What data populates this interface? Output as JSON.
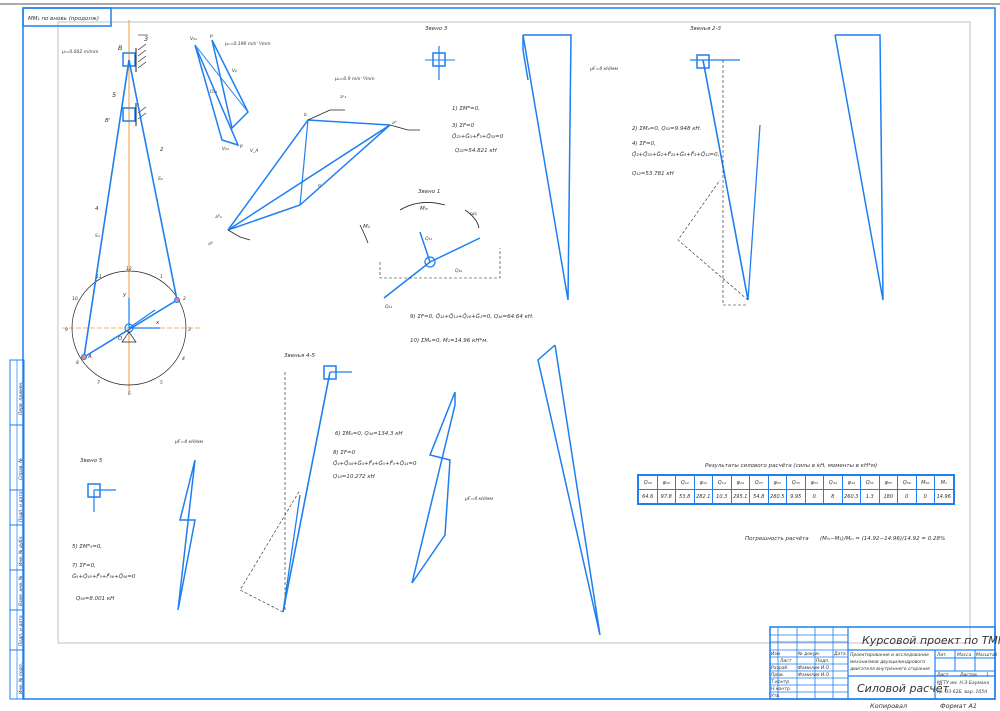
{
  "sheet": {
    "header_label": "ММ₁ по вновь (продолж)",
    "colors": {
      "line": "#1e7ff0",
      "axis": "#f39a3a",
      "frame": "#9a9a9a",
      "text": "#333333"
    }
  },
  "mechanism": {
    "scale": "μₗ=0.002 m/mm",
    "labels": {
      "B": "B",
      "B_prime": "B'",
      "A": "A",
      "O": "O",
      "link3": "3",
      "link5": "5",
      "link2": "2",
      "link4": "4",
      "x": "x",
      "y": "y",
      "S2": "S₂",
      "S4": "S₄"
    },
    "positions": [
      "12",
      "1",
      "2",
      "3",
      "4",
      "5",
      "6",
      "7",
      "8",
      "9",
      "10",
      "11"
    ]
  },
  "velocity_plan": {
    "scale": "μᵥ=0.196 m/s⁻¹/mm",
    "labels": [
      "Vᵦ₄",
      "p",
      "Vᵦ",
      "O₁₂",
      "Vᵦ₄",
      "p",
      "V_A"
    ]
  },
  "acceleration_plan": {
    "scale": "μₐ=0.9 m/s⁻²/mm",
    "labels": [
      "aᴮ₄",
      "aᶜ₄",
      "π",
      "aᴬ",
      "b",
      "aᴮ"
    ]
  },
  "link3": {
    "title": "Звено 3",
    "equations": [
      "1) ΣMᴮ=0,",
      "3) ΣF=0",
      "Q̄₂₃+Ḡ₃+F̄₃+Q̄₃₃=0",
      "Q₂₃=54.821 кН"
    ]
  },
  "link2_3": {
    "title": "Звенья 2-3",
    "equations": [
      "2) ΣMₐ=0, Q₀₃=9.948 кН.",
      "4) ΣF=0,",
      "Q̄₂+Q̄₃₃+Ḡ₂+F̄₂₃+Ḡ₃+F̄₃+Q̄₁₂=0,",
      "Q₁₂=53.781 кН"
    ],
    "scale": "μF=4 кН/мм"
  },
  "link1": {
    "title": "Звено 1",
    "equations": [
      "9) ΣF=0,  Q̄₁₂+Q̄₁₄+Q̄₁₆+Ḡ₁=0,  Q₁₆=64.64 кН.",
      "10) ΣMₒ=0,  M₁=14.96 кН*м."
    ],
    "labels": [
      "M₁",
      "Mᵢₙ",
      "ω₁",
      "Q₁₂",
      "Q₁₆",
      "Q₁₄"
    ]
  },
  "link4_5": {
    "title": "Звенья 4-5",
    "equations": [
      "6) ΣMₐ=0, Q₄₄=134.3 кН",
      "8) ΣF=0",
      "Q̄₄+Q̄₄₄+Ḡ₄+F̄₄+Ḡ₅+F̄₅+Q̄₁₄=0",
      "Q₁₄=10.272 кН"
    ],
    "scale": "μF=4 кН/мм"
  },
  "link5": {
    "title": "Звено 5",
    "equations": [
      "5) ΣMᴮ₅=0,",
      "7) ΣF=0,",
      "Ḡ₅+Q̄₄₅+F̄₅+F̄₅₆+Q̄₅₆=0",
      "Q₅₆=8.001 кН"
    ],
    "scale": "μF=4 кН/мм"
  },
  "results": {
    "title": "Результаты силового расчёта (силы в кН, моменты в кН*м)",
    "headers": [
      "Q₁₆",
      "φ₁₆",
      "Q₁₂",
      "φ₁₂",
      "Q₁₄",
      "φ₁₄",
      "Q₂₃",
      "φ₂₃",
      "Q₃₃",
      "φ₃₃",
      "Q₄₄",
      "φ₄₄",
      "Q₅₅",
      "φ₅₅",
      "Q₅₆",
      "M₅₆",
      "M₁"
    ],
    "values": [
      "64.6",
      "97.8",
      "53.8",
      "282.1",
      "10.3",
      "295.1",
      "54.8",
      "280.5",
      "9.95",
      "0",
      "8",
      "260.3",
      "1.3",
      "180",
      "0",
      "0",
      "14.96"
    ],
    "error_label": "Погрешность расчёта",
    "error_formula": "(Mᵢₙ−M₁)/Mᵢₙ = (14.92−14.96)/14.92 = 0.28%"
  },
  "title_block": {
    "project": "Курсовой проект по ТММ",
    "description": [
      "Проектирование и исследование",
      "механизмов двухцилиндрового",
      "двигателя внутреннего сгорания"
    ],
    "sheet_title": "Силовой расчёт",
    "org": [
      "МГТУ им. Н.Э.Баумана",
      "гр. ЭЗ-62Б, вар. 105А"
    ],
    "cols": [
      "Изм",
      "Лист",
      "№ докум.",
      "Подп.",
      "Дата"
    ],
    "rows": [
      "Разраб.",
      "Пров.",
      "Т.контр.",
      "Н.контр.",
      "Утв."
    ],
    "names": [
      "Фамилия И.О.",
      "Фамилия И.О."
    ],
    "stage_cols": [
      "Лит.",
      "Масса",
      "Масштаб"
    ],
    "sheet_label": "Лист",
    "sheets_label": "Листов",
    "sheets_value": "1",
    "copied": "Копировал",
    "format": "Формат A1"
  },
  "side_stamp": [
    "Перв. примен.",
    "Справ. №",
    "Подп. и дата",
    "Инв. № дубл.",
    "Взам. инв. №",
    "Подп. и дата",
    "Инв. № подл."
  ]
}
